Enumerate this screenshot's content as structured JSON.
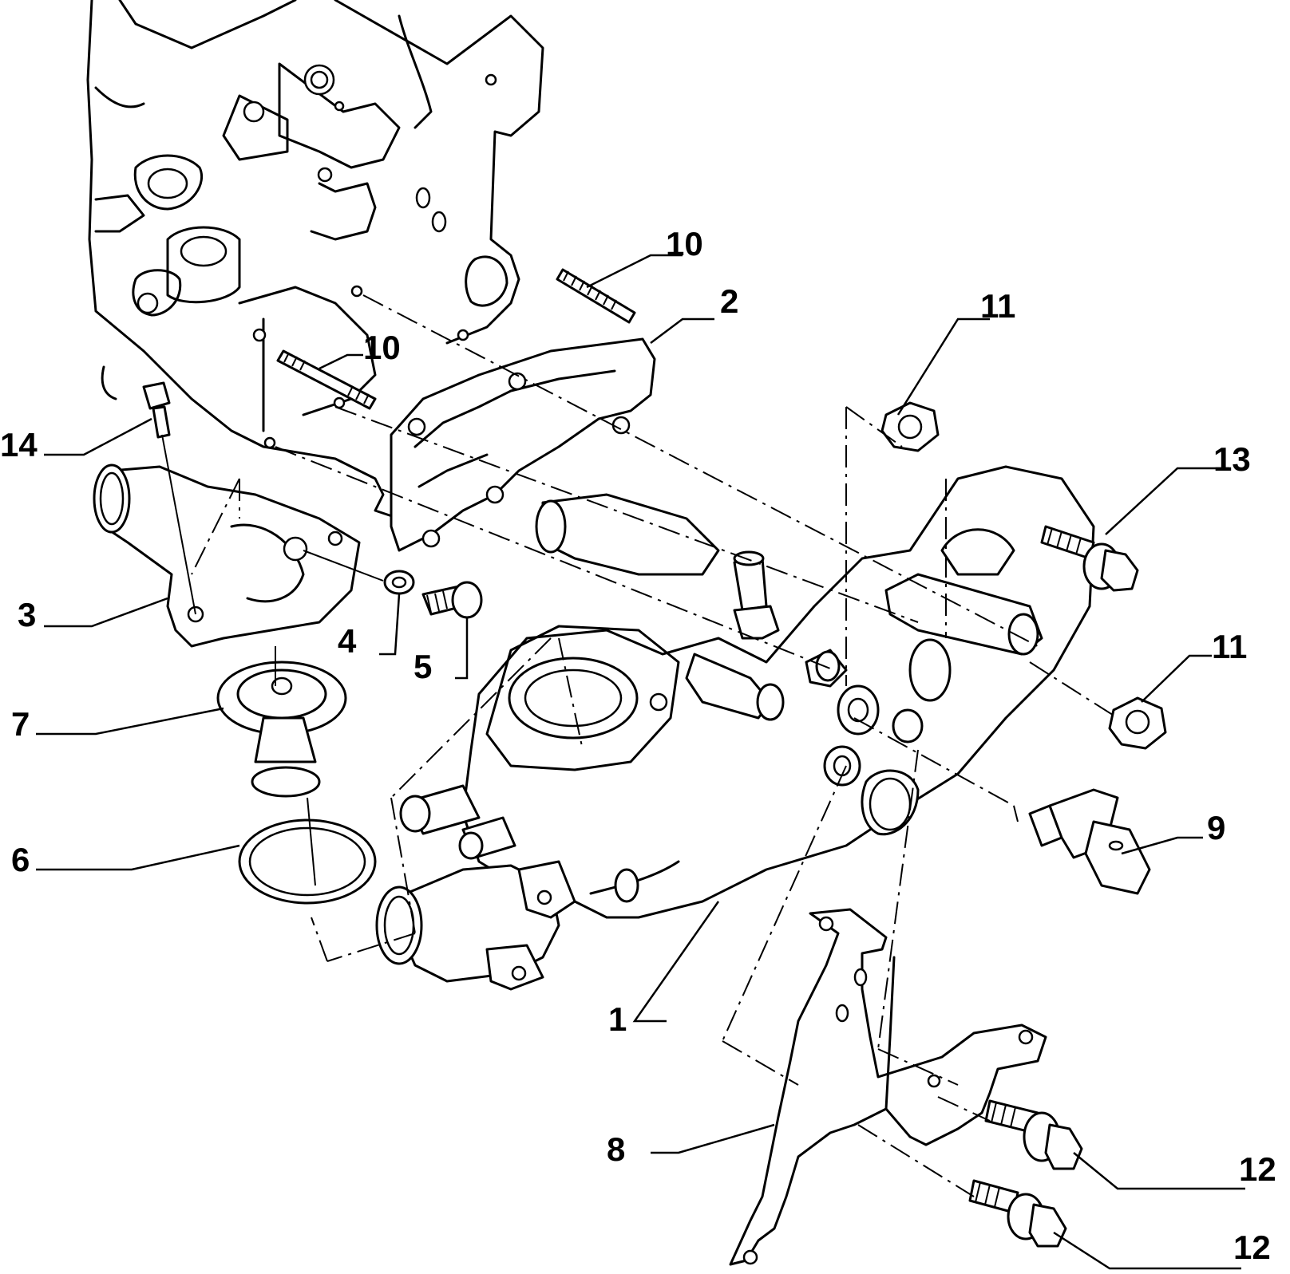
{
  "callouts": [
    {
      "id": "c1",
      "text": "1"
    },
    {
      "id": "c2",
      "text": "2"
    },
    {
      "id": "c3",
      "text": "3"
    },
    {
      "id": "c4",
      "text": "4"
    },
    {
      "id": "c5",
      "text": "5"
    },
    {
      "id": "c6",
      "text": "6"
    },
    {
      "id": "c7",
      "text": "7"
    },
    {
      "id": "c8",
      "text": "8"
    },
    {
      "id": "c9",
      "text": "9"
    },
    {
      "id": "c10a",
      "text": "10"
    },
    {
      "id": "c10b",
      "text": "10"
    },
    {
      "id": "c11a",
      "text": "11"
    },
    {
      "id": "c11b",
      "text": "11"
    },
    {
      "id": "c12a",
      "text": "12"
    },
    {
      "id": "c12b",
      "text": "12"
    },
    {
      "id": "c13",
      "text": "13"
    },
    {
      "id": "c14",
      "text": "14"
    }
  ]
}
